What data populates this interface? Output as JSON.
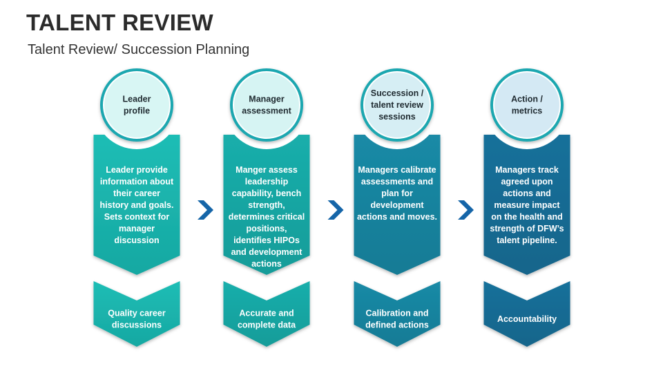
{
  "header": {
    "title": "TALENT REVIEW",
    "subtitle": "Talent Review/ Succession Planning"
  },
  "steps": [
    {
      "circle_lines": [
        "Leader",
        "profile"
      ],
      "body_lines": [
        "Leader provide",
        "information about",
        "their career",
        "history and goals.",
        "Sets context for",
        "manager",
        "discussion"
      ],
      "outcome_lines": [
        "Quality career",
        "discussions"
      ],
      "color_top": "#1fbdb5",
      "color_bottom": "#16a8a2",
      "circle_fill": "#d8f6f4"
    },
    {
      "circle_lines": [
        "Manager",
        "assessment"
      ],
      "body_lines": [
        "Manger assess",
        "leadership",
        "capability, bench",
        "strength,",
        "determines critical",
        "positions,",
        "identifies HIPOs",
        "and development",
        "actions"
      ],
      "outcome_lines": [
        "Accurate and",
        "complete data"
      ],
      "color_top": "#1aaeab",
      "color_bottom": "#139c99",
      "circle_fill": "#d6f4f3"
    },
    {
      "circle_lines": [
        "Succession /",
        "talent review",
        "sessions"
      ],
      "body_lines": [
        "Managers calibrate",
        "assessments and",
        "plan for",
        "development",
        "actions and moves."
      ],
      "outcome_lines": [
        "Calibration and",
        "defined actions"
      ],
      "color_top": "#1a8aa6",
      "color_bottom": "#157b95",
      "circle_fill": "#d6eef4"
    },
    {
      "circle_lines": [
        "Action /",
        "metrics"
      ],
      "body_lines": [
        "Managers track",
        "agreed upon",
        "actions and",
        "measure impact",
        "on the health and",
        "strength of DFW’s",
        "talent pipeline."
      ],
      "outcome_lines": [
        "Accountability"
      ],
      "color_top": "#16709a",
      "color_bottom": "#12658b",
      "circle_fill": "#d4e9f4"
    }
  ],
  "colors": {
    "arrow": "#1565a8",
    "ring": "#1aa7b0",
    "text_light": "#ffffff",
    "text_dark": "#1f2a30"
  },
  "icons": [
    "chevron-right-icon",
    "chevron-right-icon",
    "chevron-right-icon"
  ]
}
